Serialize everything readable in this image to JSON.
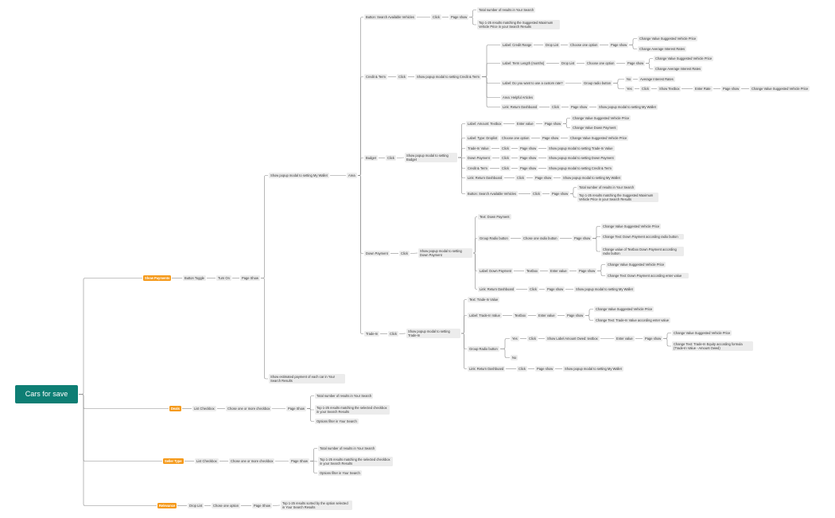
{
  "root": {
    "label": "Cars for save"
  },
  "nodes": [
    {
      "id": "sp",
      "label": "Show Payments",
      "orange": true
    },
    {
      "id": "bt",
      "label": "Button Toggle"
    },
    {
      "id": "to",
      "label": "Turn On"
    },
    {
      "id": "ps",
      "label": "Page Show"
    },
    {
      "id": "mw",
      "label": "Show popup modal to setting My Wallet"
    },
    {
      "id": "area",
      "label": "Area"
    },
    {
      "id": "est",
      "label": "Show estimated payment of each car in Your Search Results"
    },
    {
      "id": "bsv1",
      "label": "Button: Search Available Vehicles"
    },
    {
      "id": "bsv1c",
      "label": "Click"
    },
    {
      "id": "bsv1p",
      "label": "Page show"
    },
    {
      "id": "bsv1a",
      "label": "Total number of results in Your Search"
    },
    {
      "id": "bsv1b",
      "label": "Top 1-25 results matching the Suggested Maximum Vehicle Price in your Search Results"
    },
    {
      "id": "ct",
      "label": "Credit & Term"
    },
    {
      "id": "ctc",
      "label": "Click"
    },
    {
      "id": "ctm",
      "label": "Show popup modal to setting Credit & Term"
    },
    {
      "id": "cr",
      "label": "Label: Credit Range"
    },
    {
      "id": "crd",
      "label": "Drop List"
    },
    {
      "id": "crco",
      "label": "Choose one option"
    },
    {
      "id": "crp",
      "label": "Page show"
    },
    {
      "id": "cra",
      "label": "Change Value Suggested Vehicle Price"
    },
    {
      "id": "crb",
      "label": "Change Average Interest Rates"
    },
    {
      "id": "tl",
      "label": "Label: Term Length (months)"
    },
    {
      "id": "tld",
      "label": "Drop List"
    },
    {
      "id": "tlco",
      "label": "Choose one option"
    },
    {
      "id": "tlp",
      "label": "Page show"
    },
    {
      "id": "tla",
      "label": "Change Value Suggested Vehicle Price"
    },
    {
      "id": "tlb",
      "label": "Change Average Interest Rates"
    },
    {
      "id": "cq",
      "label": "Label: Do you want to use a custom rate?"
    },
    {
      "id": "cqg",
      "label": "Group radio button"
    },
    {
      "id": "cqno",
      "label": "No"
    },
    {
      "id": "cqnoa",
      "label": "Average Interest Rates"
    },
    {
      "id": "cqyes",
      "label": "Yes"
    },
    {
      "id": "cqyc",
      "label": "Click"
    },
    {
      "id": "cqst",
      "label": "Show Textbox"
    },
    {
      "id": "cqer",
      "label": "Enter Rate"
    },
    {
      "id": "cqps",
      "label": "Page show"
    },
    {
      "id": "cqcv",
      "label": "Change Value Suggested Vehicle Price"
    },
    {
      "id": "cha",
      "label": "Area: Helpful Articles"
    },
    {
      "id": "lrd1",
      "label": "Link: Return Dashboard"
    },
    {
      "id": "lrd1c",
      "label": "Click"
    },
    {
      "id": "lrd1p",
      "label": "Page show"
    },
    {
      "id": "lrd1m",
      "label": "Show popup modal to setting My Wallet"
    },
    {
      "id": "bud",
      "label": "Budget"
    },
    {
      "id": "budc",
      "label": "Click"
    },
    {
      "id": "budm",
      "label": "Show popup modal to setting Budget"
    },
    {
      "id": "la",
      "label": "Label: Amount: Textbox"
    },
    {
      "id": "lae",
      "label": "Enter value"
    },
    {
      "id": "lap",
      "label": "Page show"
    },
    {
      "id": "laa",
      "label": "Change Value Suggested Vehicle Price"
    },
    {
      "id": "lab",
      "label": "Change Value Down Payment"
    },
    {
      "id": "lt",
      "label": "Label: Type: Droplist"
    },
    {
      "id": "ltco",
      "label": "Choose one option"
    },
    {
      "id": "ltp",
      "label": "Page show"
    },
    {
      "id": "ltcv",
      "label": "Change Value Suggested Vehicle Price"
    },
    {
      "id": "tiv",
      "label": "Trade-In Value"
    },
    {
      "id": "tivc",
      "label": "Click"
    },
    {
      "id": "tivp",
      "label": "Page show"
    },
    {
      "id": "tivm",
      "label": "Show popup modal to setting Trade-In Value"
    },
    {
      "id": "dp1",
      "label": "Down Payment"
    },
    {
      "id": "dp1c",
      "label": "Click"
    },
    {
      "id": "dp1p",
      "label": "Page show"
    },
    {
      "id": "dp1m",
      "label": "Show popup modal to setting Down Payment"
    },
    {
      "id": "ct2",
      "label": "Credit & Term"
    },
    {
      "id": "ct2c",
      "label": "Click"
    },
    {
      "id": "ct2p",
      "label": "Page show"
    },
    {
      "id": "ct2m",
      "label": "Show popup modal to setting Credit & Term"
    },
    {
      "id": "lrd2",
      "label": "Link: Return Dashboard"
    },
    {
      "id": "lrd2c",
      "label": "Click"
    },
    {
      "id": "lrd2p",
      "label": "Page show"
    },
    {
      "id": "lrd2m",
      "label": "Show popup modal to setting My Wallet"
    },
    {
      "id": "bsv2",
      "label": "Button: Search Available Vehicles"
    },
    {
      "id": "bsv2c",
      "label": "Click"
    },
    {
      "id": "bsv2p",
      "label": "Page show"
    },
    {
      "id": "bsv2a",
      "label": "Total number of results in Your Search"
    },
    {
      "id": "bsv2b",
      "label": "Top 1-25 results matching the Suggested Maximum Vehicle Price in your Search Results"
    },
    {
      "id": "dp",
      "label": "Down Payment"
    },
    {
      "id": "dpc",
      "label": "Click"
    },
    {
      "id": "dpm",
      "label": "Show popup modal to setting Down Payment"
    },
    {
      "id": "tdp",
      "label": "Text: Down Payment"
    },
    {
      "id": "grb",
      "label": "Group Radio button"
    },
    {
      "id": "grbco",
      "label": "Chose one radio button"
    },
    {
      "id": "grbp",
      "label": "Page show"
    },
    {
      "id": "grba",
      "label": "Change Value Suggested Vehicle Price"
    },
    {
      "id": "grbb",
      "label": "Change Text: Down Payment according radio button"
    },
    {
      "id": "grbc",
      "label": "Change value of Textbox Down Payment according radio button"
    },
    {
      "id": "ldp",
      "label": "Label: Down Payment"
    },
    {
      "id": "ldpt",
      "label": "Textbox"
    },
    {
      "id": "ldpe",
      "label": "Enter value"
    },
    {
      "id": "ldpp",
      "label": "Page show"
    },
    {
      "id": "ldpa",
      "label": "Change Value Suggested Vehicle Price"
    },
    {
      "id": "ldpb",
      "label": "Change Text: Down Payment according enter value"
    },
    {
      "id": "lrd3",
      "label": "Link: Return Dashboard"
    },
    {
      "id": "lrd3c",
      "label": "Click"
    },
    {
      "id": "lrd3p",
      "label": "Page show"
    },
    {
      "id": "lrd3m",
      "label": "Show popup modal to setting My Wallet"
    },
    {
      "id": "ti",
      "label": "Trade-In"
    },
    {
      "id": "tic",
      "label": "Click"
    },
    {
      "id": "tim",
      "label": "Show popup modal to setting Trade-In"
    },
    {
      "id": "tti",
      "label": "Text: Trade-In Value"
    },
    {
      "id": "lti",
      "label": "Label: Trade-In Value"
    },
    {
      "id": "ltit",
      "label": "Textbox"
    },
    {
      "id": "ltie",
      "label": "Enter value"
    },
    {
      "id": "ltip",
      "label": "Page show"
    },
    {
      "id": "ltia",
      "label": "Change Value Suggested Vehicle Price"
    },
    {
      "id": "ltib",
      "label": "Change Text: Trade-In Value according enter value"
    },
    {
      "id": "grb2",
      "label": "Group Radio button"
    },
    {
      "id": "grb2y",
      "label": "Yes"
    },
    {
      "id": "grb2c",
      "label": "Click"
    },
    {
      "id": "grb2s",
      "label": "Show Label Amount Owed: textbox"
    },
    {
      "id": "grb2e",
      "label": "Enter value"
    },
    {
      "id": "grb2p",
      "label": "Page show"
    },
    {
      "id": "grb2a",
      "label": "Change Value Suggested Vehicle Price"
    },
    {
      "id": "grb2b",
      "label": "Change Text: Trade-In Equity according formula (Trade-In Value - Amount Owed)"
    },
    {
      "id": "grb2n",
      "label": "No"
    },
    {
      "id": "lrd4",
      "label": "Link: Return Dashboard"
    },
    {
      "id": "lrd4c",
      "label": "Click"
    },
    {
      "id": "lrd4p",
      "label": "Page show"
    },
    {
      "id": "lrd4m",
      "label": "Show popup modal to setting My Wallet"
    },
    {
      "id": "dl",
      "label": "Deals",
      "orange": true
    },
    {
      "id": "dllc",
      "label": "List Checkbox"
    },
    {
      "id": "dlco",
      "label": "Chose one or more checkbox"
    },
    {
      "id": "dlps",
      "label": "Page Show"
    },
    {
      "id": "dla",
      "label": "Total number of results in Your Search"
    },
    {
      "id": "dlb",
      "label": "Top 1-25 results matching the selected checkbox in your Search Results"
    },
    {
      "id": "dlc",
      "label": "Options filter in Your Search"
    },
    {
      "id": "st",
      "label": "Seller Type",
      "orange": true
    },
    {
      "id": "stlc",
      "label": "List Checkbox"
    },
    {
      "id": "stco",
      "label": "Chose one or more checkbox"
    },
    {
      "id": "stps",
      "label": "Page Show"
    },
    {
      "id": "sta",
      "label": "Total number of results in Your Search"
    },
    {
      "id": "stb",
      "label": "Top 1-25 results matching the selected checkbox in your Search Results"
    },
    {
      "id": "stc",
      "label": "Options filter in Your Search"
    },
    {
      "id": "rl",
      "label": "Relevance",
      "orange": true
    },
    {
      "id": "rldl",
      "label": "Drop List"
    },
    {
      "id": "rlco",
      "label": "Chose one option"
    },
    {
      "id": "rlps",
      "label": "Page Show"
    },
    {
      "id": "rla",
      "label": "Top 1-25 results sorted by the option selected in Your Search Results"
    }
  ],
  "colors": {
    "root": "#0e7e74",
    "accent": "#f59a1b",
    "node": "#ececec",
    "line": "#8a8a8a"
  }
}
